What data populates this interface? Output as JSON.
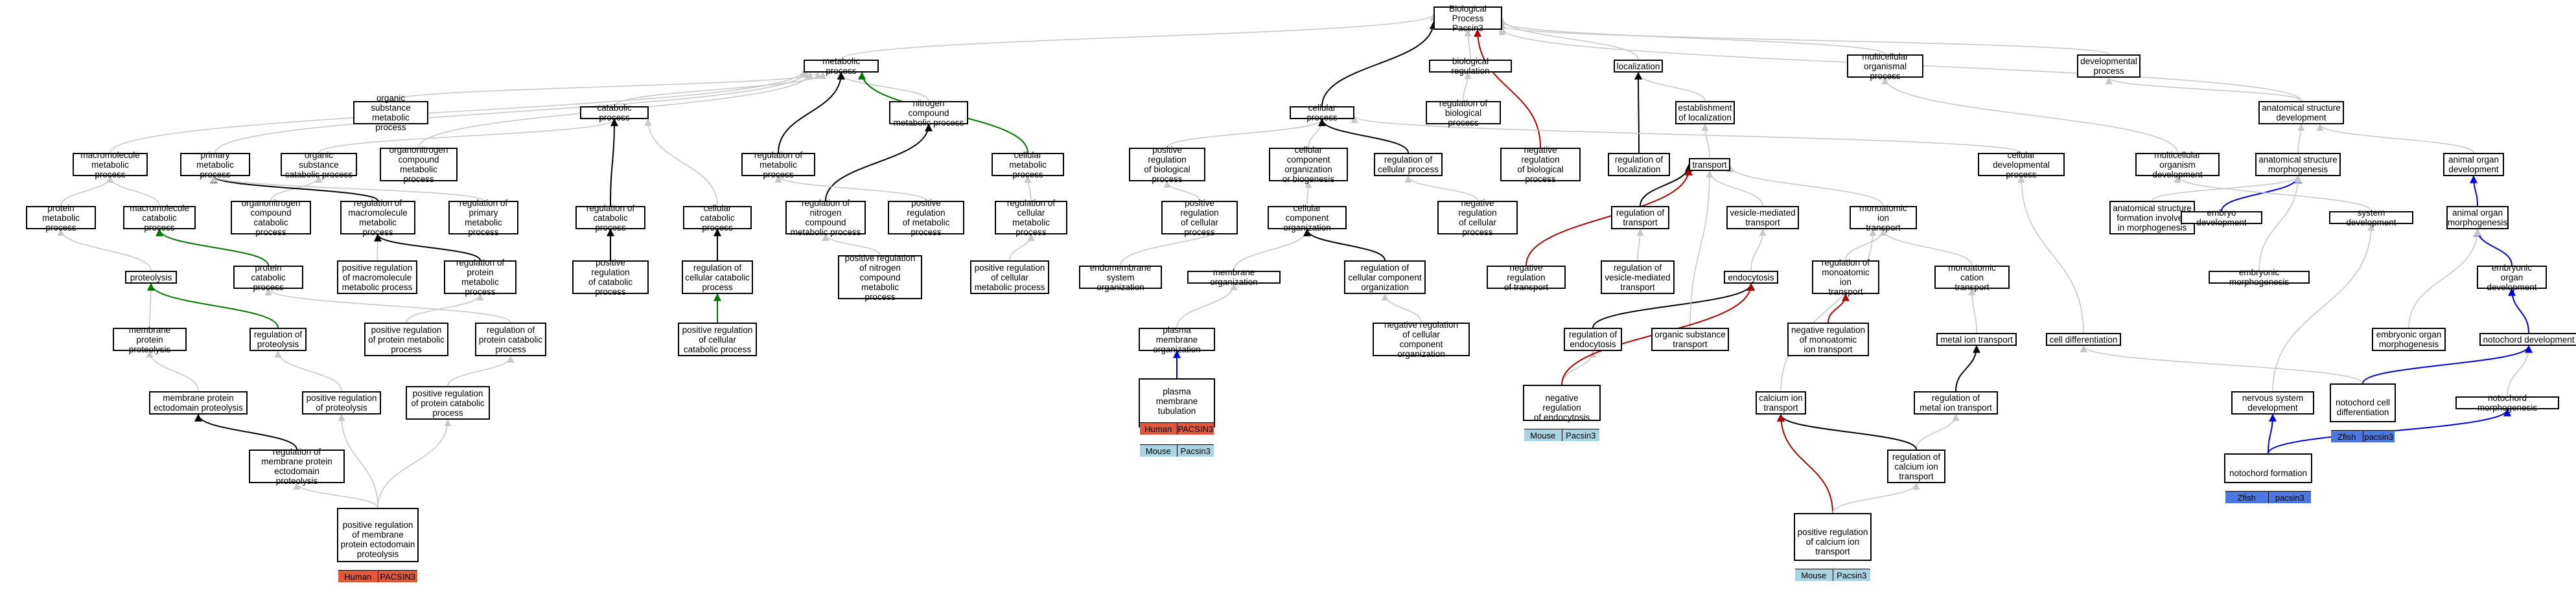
{
  "colors": {
    "edge_default": "#c8c8c8",
    "edge_black": "#000000",
    "edge_red": "#b40000",
    "edge_green": "#007800",
    "edge_blue": "#0000dc",
    "species_human": "#e0573a",
    "species_mouse": "#a8d4e4",
    "species_zfish": "#4a78e0"
  },
  "nodes": {
    "biological_process": "Biological Process\nPacsin3",
    "metabolic_process": "metabolic process",
    "biological_regulation": "biological regulation",
    "localization": "localization",
    "multicellular_organismal_process": "multicellular\norganismal process",
    "developmental_process": "developmental\nprocess",
    "organic_substance_metabolic_process": "organic substance\nmetabolic process",
    "catabolic_process": "catabolic process",
    "nitrogen_compound_metabolic_process": "nitrogen compound\nmetabolic process",
    "cellular_process": "cellular process",
    "regulation_of_biological_process": "regulation of\nbiological process",
    "establishment_of_localization": "establishment\nof localization",
    "macromolecule_metabolic_process": "macromolecule\nmetabolic process",
    "primary_metabolic_process": "primary metabolic\nprocess",
    "organic_substance_catabolic_process": "organic substance\ncatabolic process",
    "organonitrogen_compound_metabolic_process": "organonitrogen\ncompound metabolic\nprocess",
    "regulation_of_metabolic_process": "regulation of\nmetabolic process",
    "cellular_metabolic_process": "cellular metabolic\nprocess",
    "positive_regulation_of_biological_process": "positive regulation\nof biological\nprocess",
    "cellular_component_organization_or_biogenesis": "cellular component\norganization\nor biogenesis",
    "regulation_of_cellular_process": "regulation of\ncellular process",
    "negative_regulation_of_biological_process": "negative regulation\nof biological\nprocess",
    "regulation_of_localization": "regulation of\nlocalization",
    "transport": "transport",
    "cellular_developmental_process": "cellular developmental\nprocess",
    "anatomical_structure_development": "anatomical structure\ndevelopment",
    "protein_metabolic_process": "protein metabolic\nprocess",
    "macromolecule_catabolic_process": "macromolecule\ncatabolic process",
    "organonitrogen_compound_catabolic_process": "organonitrogen\ncompound catabolic\nprocess",
    "regulation_of_macromolecule_metabolic_process": "regulation of\nmacromolecule\nmetabolic process",
    "regulation_of_primary_metabolic_process": "regulation of\nprimary metabolic\nprocess",
    "regulation_of_catabolic_process": "regulation of\ncatabolic process",
    "cellular_catabolic_process": "cellular catabolic\nprocess",
    "regulation_of_nitrogen_compound_metabolic_process": "regulation of\nnitrogen compound\nmetabolic process",
    "positive_regulation_of_metabolic_process": "positive regulation\nof metabolic\nprocess",
    "regulation_of_cellular_metabolic_process": "regulation of\ncellular metabolic\nprocess",
    "positive_regulation_of_cellular_process": "positive regulation\nof cellular\nprocess",
    "cellular_component_organization": "cellular component\norganization",
    "negative_regulation_of_cellular_process": "negative regulation\nof cellular\nprocess",
    "regulation_of_transport": "regulation of\ntransport",
    "vesicle_mediated_transport": "vesicle-mediated\ntransport",
    "monoatomic_ion_transport": "monoatomic ion\ntransport",
    "multicellular_organism_development": "multicellular\norganism development",
    "anatomical_structure_morphogenesis": "anatomical structure\nmorphogenesis",
    "animal_organ_development": "animal organ\ndevelopment",
    "proteolysis": "proteolysis",
    "protein_catabolic_process": "protein catabolic\nprocess",
    "positive_regulation_of_macromolecule_metabolic_process": "positive regulation\nof macromolecule\nmetabolic process",
    "regulation_of_protein_metabolic_process": "regulation of\nprotein metabolic\nprocess",
    "positive_regulation_of_catabolic_process": "positive regulation\nof catabolic\nprocess",
    "regulation_of_cellular_catabolic_process": "regulation of\ncellular catabolic\nprocess",
    "positive_regulation_of_nitrogen_compound_metabolic_process": "positive regulation\nof nitrogen\ncompound metabolic\nprocess",
    "positive_regulation_of_cellular_metabolic_process": "positive regulation\nof cellular\nmetabolic process",
    "endomembrane_system_organization": "endomembrane\nsystem organization",
    "membrane_organization": "membrane organization",
    "regulation_of_cellular_component_organization": "regulation of\ncellular component\norganization",
    "negative_regulation_of_transport": "negative regulation\nof transport",
    "regulation_of_vesicle_mediated_transport": "regulation of\nvesicle-mediated\ntransport",
    "endocytosis": "endocytosis",
    "regulation_of_monoatomic_ion_transport": "regulation of\nmonoatomic ion\ntransport",
    "monoatomic_cation_transport": "monoatomic cation\ntransport",
    "anatomical_structure_formation_involved_in_morphogenesis": "anatomical structure\nformation involved\nin morphogenesis",
    "embryo_development": "embryo development",
    "system_development": "system development",
    "animal_organ_morphogenesis": "animal organ\nmorphogenesis",
    "embryonic_morphogenesis": "embryonic morphogenesis",
    "embryonic_organ_development": "embryonic organ\ndevelopment",
    "membrane_protein_proteolysis": "membrane protein\nproteolysis",
    "regulation_of_proteolysis": "regulation of\nproteolysis",
    "positive_regulation_of_protein_metabolic_process": "positive regulation\nof protein metabolic\nprocess",
    "regulation_of_protein_catabolic_process": "regulation of\nprotein catabolic\nprocess",
    "positive_regulation_of_cellular_catabolic_process": "positive regulation\nof cellular\ncatabolic process",
    "plasma_membrane_organization": "plasma membrane\norganization",
    "negative_regulation_of_cellular_component_organization": "negative regulation\nof cellular\ncomponent organization",
    "regulation_of_endocytosis": "regulation of\nendocytosis",
    "organic_substance_transport": "organic substance\ntransport",
    "negative_regulation_of_monoatomic_ion_transport": "negative regulation\nof monoatomic\nion transport",
    "metal_ion_transport": "metal ion transport",
    "cell_differentiation": "cell differentiation",
    "embryonic_organ_morphogenesis": "embryonic organ\nmorphogenesis",
    "notochord_development": "notochord development",
    "membrane_protein_ectodomain_proteolysis": "membrane protein\nectodomain proteolysis",
    "positive_regulation_of_proteolysis": "positive regulation\nof proteolysis",
    "positive_regulation_of_protein_catabolic_process": "positive regulation\nof protein catabolic\nprocess",
    "regulation_of_metal_ion_transport": "regulation of\nmetal ion transport",
    "calcium_ion_transport": "calcium ion\ntransport",
    "nervous_system_development": "nervous system\ndevelopment",
    "notochord_morphogenesis": "notochord morphogenesis",
    "regulation_of_calcium_ion_transport": "regulation of\ncalcium ion\ntransport",
    "regulation_of_membrane_protein_ectodomain_proteolysis": "regulation of\nmembrane protein\nectodomain proteolysis"
  },
  "leaves": {
    "positive_regulation_of_membrane_protein_ectodomain_proteolysis": {
      "title": "positive regulation\nof membrane\nprotein ectodomain\nproteolysis",
      "species": "Human",
      "gene": "PACSIN3",
      "color": "#e0573a"
    },
    "plasma_membrane_tubulation": {
      "title": "plasma membrane\ntubulation",
      "rows": [
        {
          "species": "Human",
          "gene": "PACSIN3",
          "color": "#e0573a"
        },
        {
          "species": "Mouse",
          "gene": "Pacsin3",
          "color": "#a8d4e4"
        }
      ]
    },
    "negative_regulation_of_endocytosis": {
      "title": "negative regulation\nof endocytosis",
      "species": "Mouse",
      "gene": "Pacsin3",
      "color": "#a8d4e4"
    },
    "positive_regulation_of_calcium_ion_transport": {
      "title": "positive regulation\nof calcium ion\ntransport",
      "species": "Mouse",
      "gene": "Pacsin3",
      "color": "#a8d4e4"
    },
    "notochord_cell_differentiation": {
      "title": "notochord cell\ndifferentiation",
      "species": "Zfish",
      "gene": "pacsin3",
      "color": "#4a78e0"
    },
    "notochord_formation": {
      "title": "notochord formation",
      "species": "Zfish",
      "gene": "pacsin3",
      "color": "#4a78e0"
    }
  }
}
